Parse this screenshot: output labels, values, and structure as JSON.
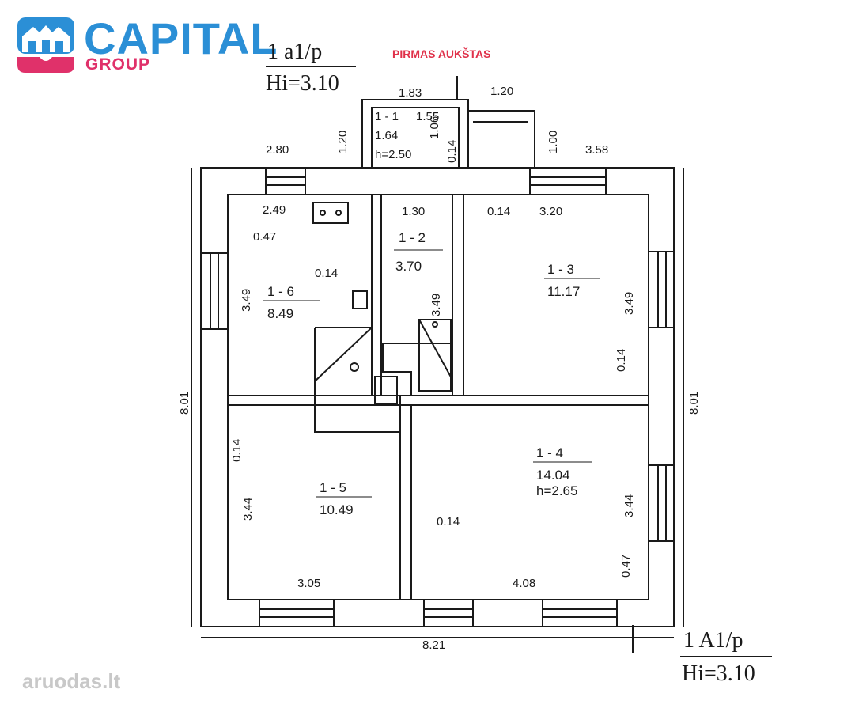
{
  "brand": {
    "name": "CAPITAL",
    "tagline": "GROUP"
  },
  "subtitle": "PIRMAS AUKŠTAS",
  "watermark": "aruodas.lt",
  "floor_label_top": {
    "line1": "1 a1/p",
    "line2": "Hi=3.10"
  },
  "floor_label_bottom": {
    "line1": "1 A1/p",
    "line2": "Hi=3.10"
  },
  "rooms": [
    {
      "id": "1 - 1",
      "area": "1.55",
      "extra": "h=2.50"
    },
    {
      "id": "1 - 2",
      "area": "3.70"
    },
    {
      "id": "1 - 3",
      "area": "11.17"
    },
    {
      "id": "1 - 4",
      "area": "14.04",
      "extra": "h=2.65"
    },
    {
      "id": "1 - 5",
      "area": "10.49"
    },
    {
      "id": "1 - 6",
      "area": "8.49"
    }
  ],
  "dimensions": {
    "porch_width": "1.83",
    "porch_right": "1.20",
    "porch_height_left": "1.20",
    "porch_height_right": "1.00",
    "porch_inner": "1.64",
    "porch_inner_h": "1.06",
    "porch_wall": "0.14",
    "top_left": "2.80",
    "top_right": "3.58",
    "r6_width": "2.49",
    "r6_offset": "0.47",
    "r6_wall": "0.14",
    "r6_height": "3.49",
    "r2_width": "1.30",
    "r2_height": "3.49",
    "r3_wall": "0.14",
    "r3_width": "3.20",
    "r3_height": "3.49",
    "r3_wall_bottom": "0.14",
    "left_total": "8.01",
    "right_total": "8.01",
    "r5_wall": "0.14",
    "r5_height": "3.44",
    "r5_width": "3.05",
    "r4_wall": "0.14",
    "r4_height": "3.44",
    "r4_width": "4.08",
    "r4_offset": "0.47",
    "bottom_total": "8.21"
  }
}
